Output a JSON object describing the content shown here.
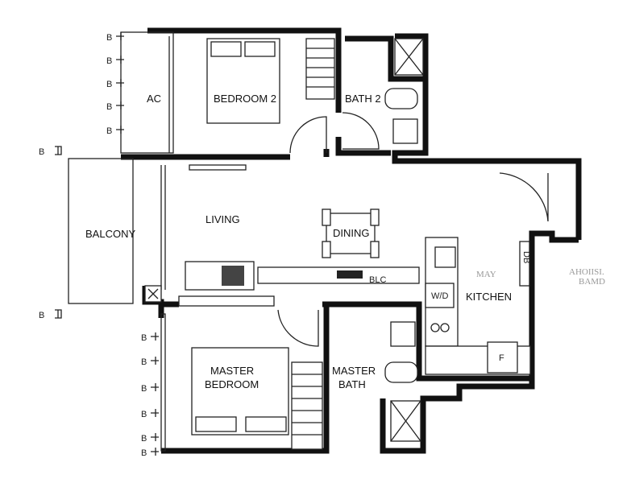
{
  "rooms": {
    "ac": "AC",
    "bedroom2": "BEDROOM 2",
    "bath2": "BATH 2",
    "balcony": "BALCONY",
    "living": "LIVING",
    "dining": "DINING",
    "kitchen": "KITCHEN",
    "master_bedroom_line1": "MASTER",
    "master_bedroom_line2": "BEDROOM",
    "master_bath_line1": "MASTER",
    "master_bath_line2": "BATH"
  },
  "fixtures": {
    "washer_dryer": "W/D",
    "fridge": "F",
    "db": "DB",
    "blc": "BLC",
    "may": "MAY",
    "household_shelter_line1": "AHOIISI.",
    "household_shelter_line2": "BAMD"
  },
  "bay_marker": "B"
}
